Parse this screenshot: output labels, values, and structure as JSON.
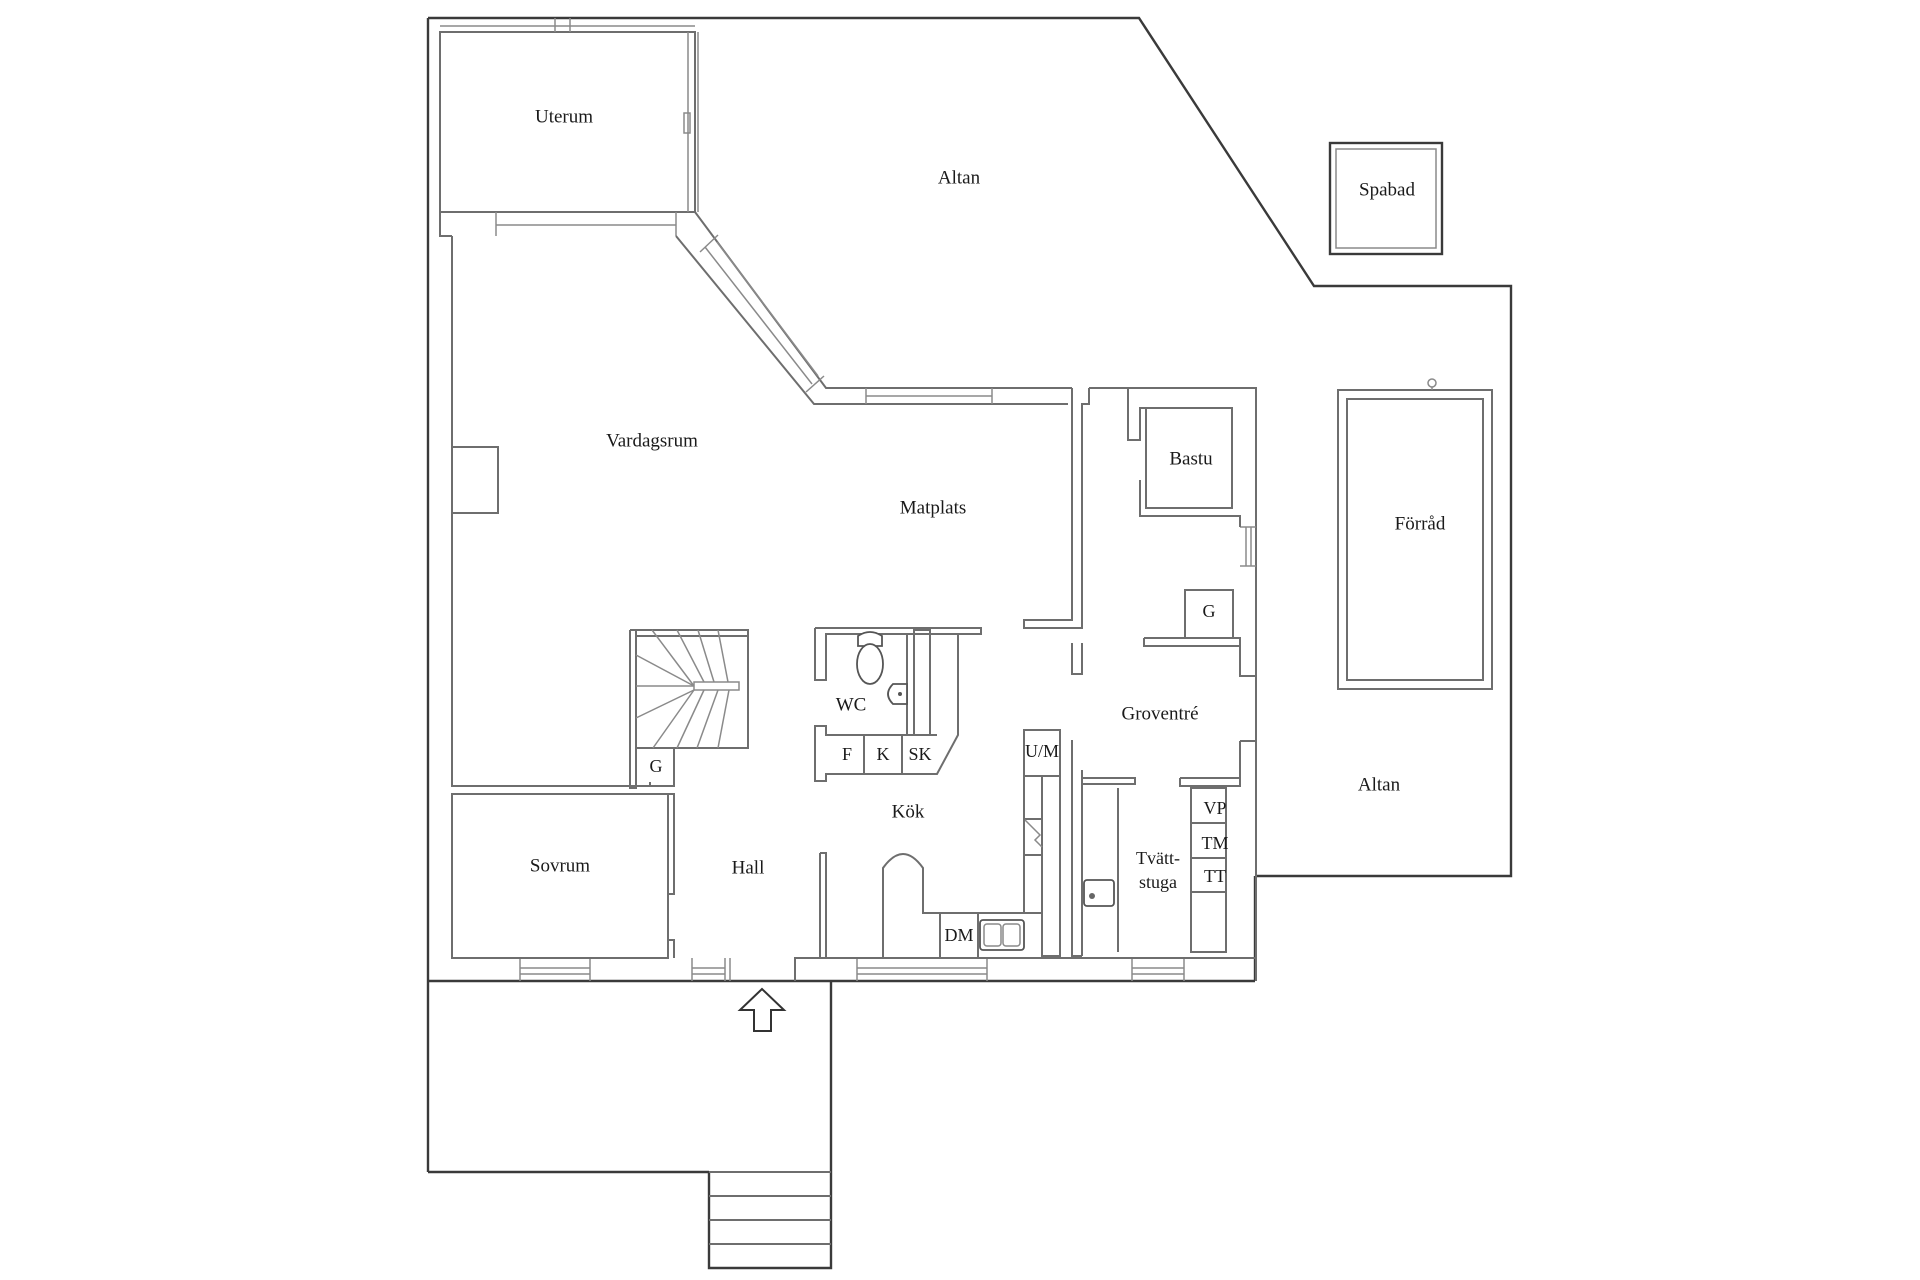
{
  "plan": {
    "type": "floor-plan",
    "language": "Swedish",
    "rooms": {
      "uterum": "Uterum",
      "altan_top": "Altan",
      "spabad": "Spabad",
      "vardagsrum": "Vardagsrum",
      "matplats": "Matplats",
      "bastu": "Bastu",
      "forrad": "Förråd",
      "g_groventre": "G",
      "wc": "WC",
      "f": "F",
      "k": "K",
      "sk": "SK",
      "um": "U/M",
      "groventre": "Groventré",
      "g_stairs": "G",
      "kok": "Kök",
      "altan_right": "Altan",
      "vp": "VP",
      "tm": "TM",
      "tt": "TT",
      "sovrum": "Sovrum",
      "hall": "Hall",
      "tvattstuga_1": "Tvätt-",
      "tvattstuga_2": "stuga",
      "dm": "DM"
    },
    "symbols": [
      "entrance-arrow",
      "staircase",
      "toilet",
      "washbasin",
      "kitchen-sink",
      "laundry-sink",
      "fireplace",
      "front-steps",
      "pool-ladder"
    ],
    "colors": {
      "line": "#6e6e6e",
      "outline": "#3a3a3a",
      "text": "#1a1a1a",
      "background": "#ffffff"
    }
  }
}
